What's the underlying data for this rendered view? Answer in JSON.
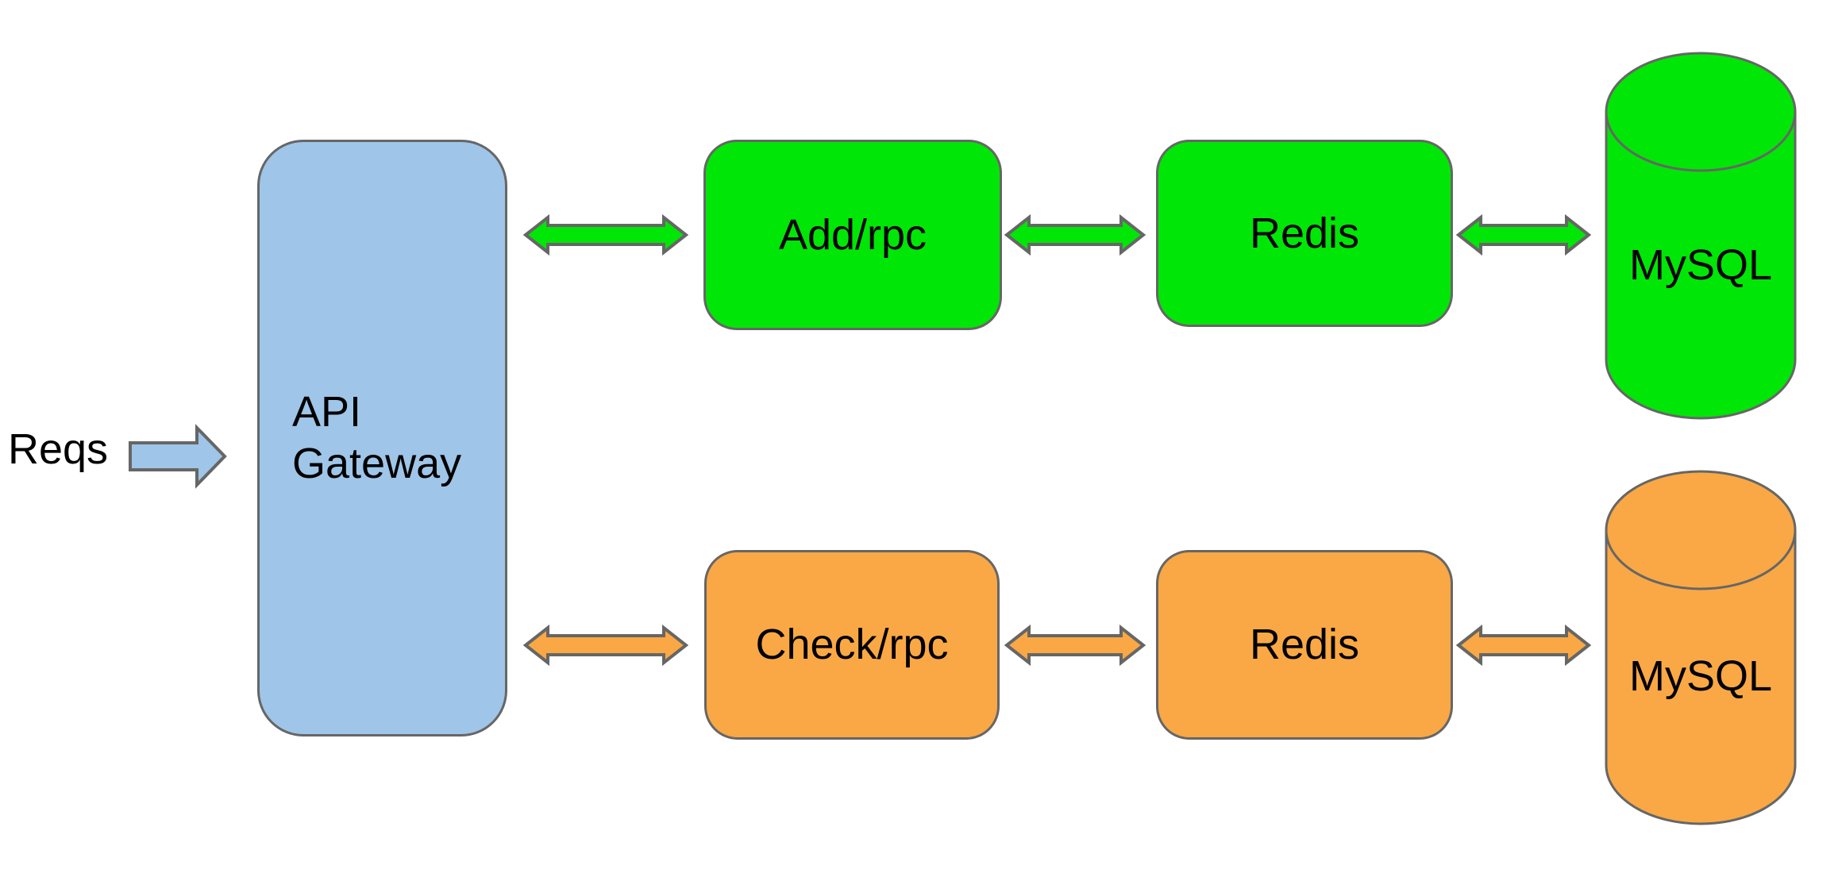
{
  "diagram": {
    "input": {
      "label": "Reqs"
    },
    "gateway": {
      "label": "API\nGateway"
    },
    "add_pipeline": {
      "service": "Add/rpc",
      "cache": "Redis",
      "database": "MySQL"
    },
    "check_pipeline": {
      "service": "Check/rpc",
      "cache": "Redis",
      "database": "MySQL"
    },
    "connections": [
      "Reqs -> API Gateway",
      "API Gateway <-> Add/rpc",
      "Add/rpc <-> Redis",
      "Redis <-> MySQL",
      "API Gateway <-> Check/rpc",
      "Check/rpc <-> Redis",
      "Redis <-> MySQL"
    ]
  },
  "colors": {
    "blue": "#9fc5e8",
    "green": "#00e606",
    "orange": "#f9a845",
    "stroke": "#666666",
    "text": "#000000",
    "background": "#ffffff"
  }
}
